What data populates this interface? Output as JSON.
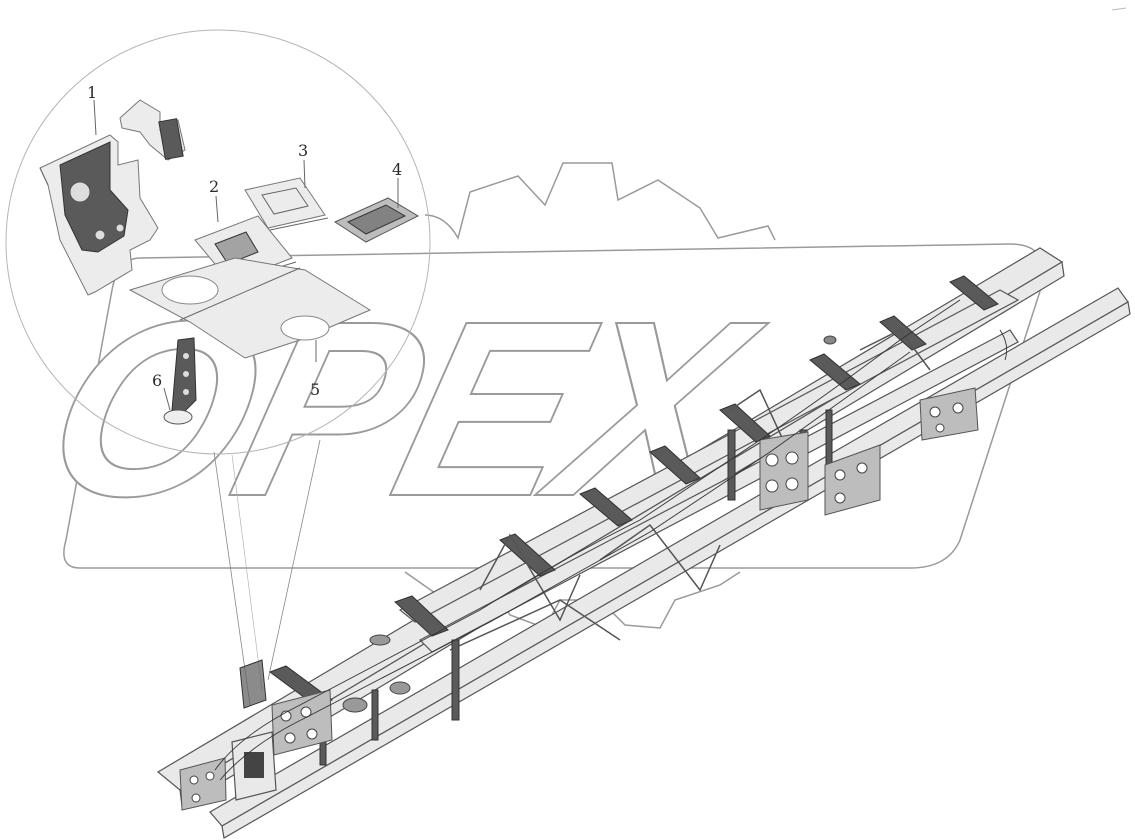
{
  "diagram": {
    "watermark": {
      "text": "OPEX"
    },
    "callouts": [
      {
        "id": "1",
        "label": "1"
      },
      {
        "id": "2",
        "label": "2"
      },
      {
        "id": "3",
        "label": "3"
      },
      {
        "id": "4",
        "label": "4"
      },
      {
        "id": "5",
        "label": "5"
      },
      {
        "id": "6",
        "label": "6"
      }
    ]
  }
}
